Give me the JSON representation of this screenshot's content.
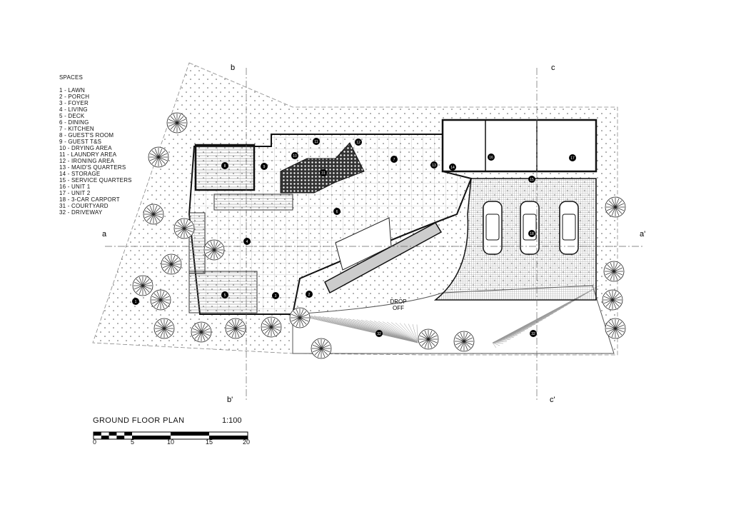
{
  "legend": {
    "title": "SPACES",
    "items": [
      "1 - LAWN",
      "2 - PORCH",
      "3 - FOYER",
      "4 - LIVING",
      "5 - DECK",
      "6 - DINING",
      "7 - KITCHEN",
      "8 - GUEST'S ROOM",
      "9 - GUEST T&S",
      "10 - DRYING AREA",
      "11 - LAUNDRY AREA",
      "12 - IRONING AREA",
      "13 - MAID'S QUARTERS",
      "14 - STORAGE",
      "15 - SERVICE QUARTERS",
      "16 - UNIT 1",
      "17 - UNIT 2",
      "18 - 3-CAR CARPORT",
      "31 - COURTYARD",
      "32 - DRIVEWAY"
    ]
  },
  "plan": {
    "title": "GROUND FLOOR PLAN",
    "scale": "1:100",
    "scale_ticks": [
      "0",
      "5",
      "10",
      "15",
      "20"
    ],
    "drop_off": [
      "DROP",
      "OFF"
    ],
    "sections": {
      "b": "b",
      "b_prime": "b'",
      "c": "c",
      "c_prime": "c'",
      "a": "a",
      "a_prime": "a'"
    },
    "room_tags": [
      "1",
      "2",
      "3",
      "4",
      "5",
      "6",
      "7",
      "8",
      "9",
      "10",
      "11",
      "12",
      "13",
      "14",
      "15",
      "16",
      "17",
      "18",
      "31",
      "32",
      "32"
    ]
  }
}
